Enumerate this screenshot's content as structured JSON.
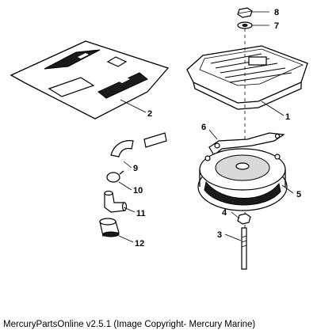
{
  "caption": "MercuryPartsOnline v2.5.1 (Image Copyright- Mercury Marine)",
  "callouts": {
    "c1": "1",
    "c2": "2",
    "c3": "3",
    "c4": "4",
    "c5": "5",
    "c6": "6",
    "c7": "7",
    "c8": "8",
    "c9": "9",
    "c10": "10",
    "c11": "11",
    "c12": "12"
  }
}
